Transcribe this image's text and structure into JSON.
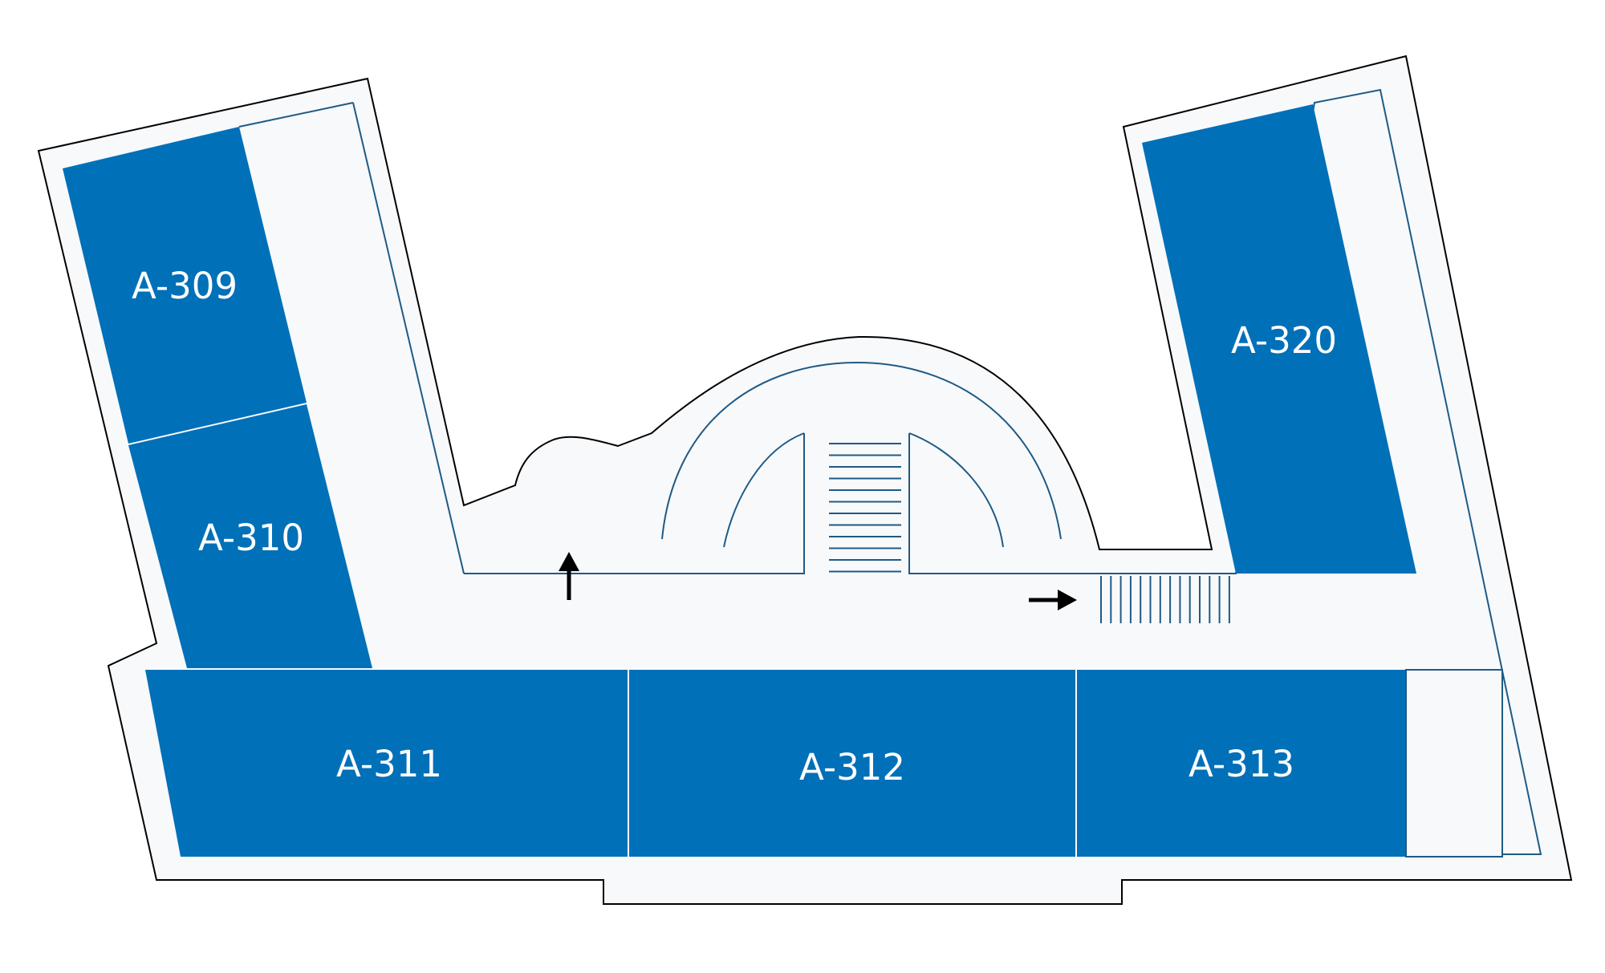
{
  "rooms": {
    "a309": "A-309",
    "a310": "A-310",
    "a311": "A-311",
    "a312": "A-312",
    "a313": "A-313",
    "a320": "A-320"
  },
  "colors": {
    "room": "#0070b8",
    "floor": "#f8f9fb",
    "outline": "#000000",
    "inner_wall": "#1f5a85",
    "background": "#ffffff"
  },
  "icons": {
    "up_arrow": "arrow-up-icon",
    "right_arrow": "arrow-right-icon"
  }
}
